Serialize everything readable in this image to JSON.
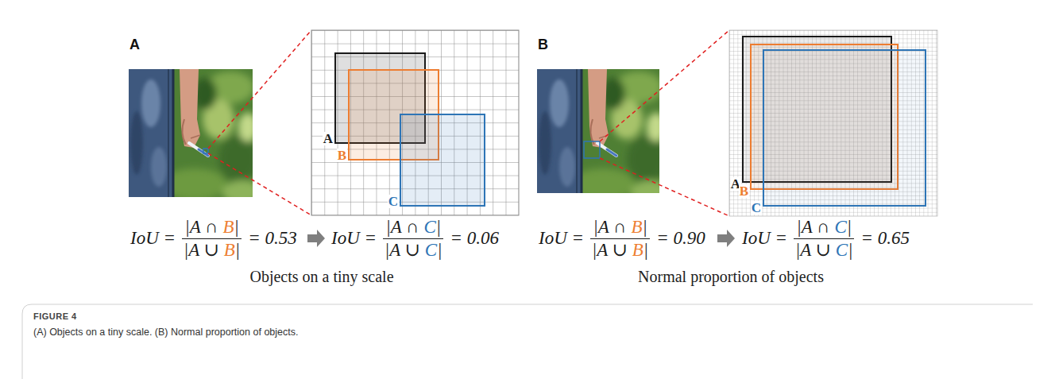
{
  "diagram": {
    "caption": "(A) Objects on a tiny scale. (B) Normal proportion of objects.",
    "nodes": [
      {
        "text": [
          "A"
        ]
      },
      {
        "text": [
          "B"
        ]
      },
      {
        "text": [
          "C"
        ]
      },
      {
        "text": [
          "A"
        ]
      },
      {
        "text": [
          "B"
        ]
      },
      {
        "text": [
          "C"
        ]
      }
    ],
    "labels": [
      "A",
      "IoU =",
      "|A ∩ B|",
      "|A ∪ B|",
      "= 0.53",
      "IoU =",
      "|A ∩ C|",
      "|A ∪ C|",
      "= 0.06",
      "Objects on a tiny scale",
      "B",
      "IoU =",
      "|A ∩ B|",
      "|A ∪ B|",
      "= 0.90",
      "IoU =",
      "|A ∩ C|",
      "|A ∪ C|",
      "= 0.65",
      "Normal proportion of objects",
      "FIGURE 4"
    ]
  }
}
